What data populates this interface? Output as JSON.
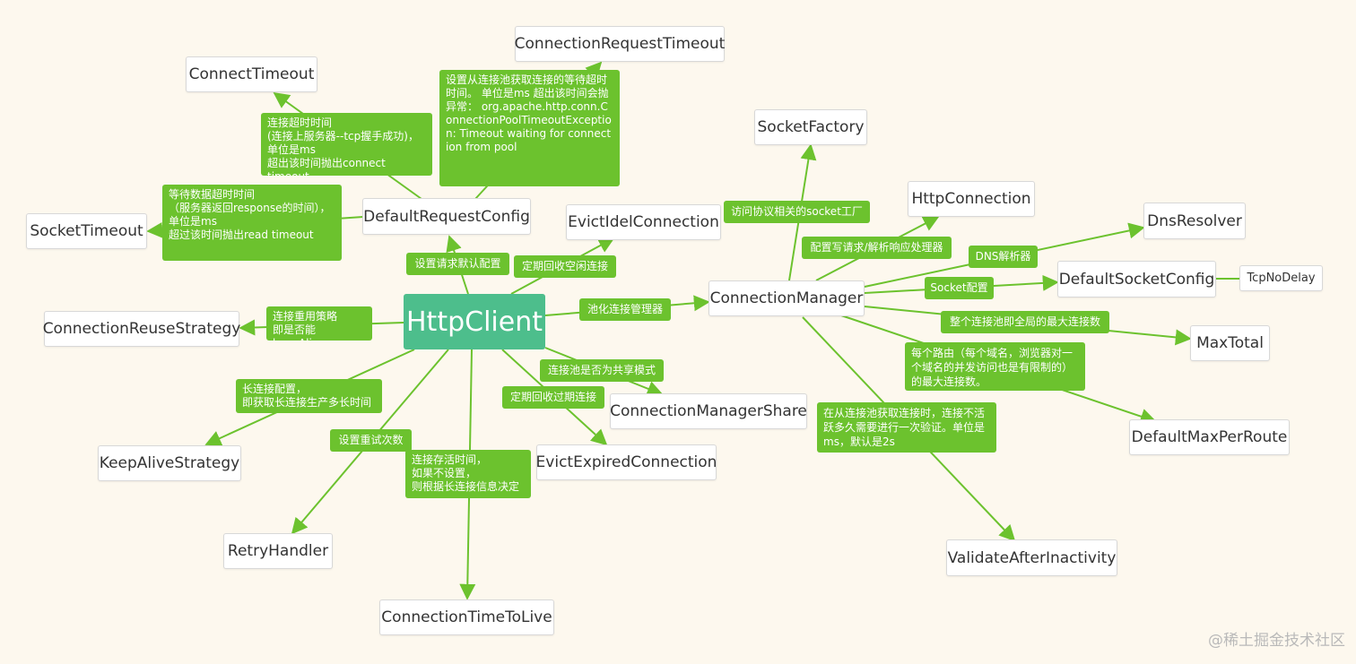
{
  "colors": {
    "background": "#fdf8ee",
    "root": "#4dbe8c",
    "label": "#6cc22e",
    "edge": "#6cc22e"
  },
  "root": {
    "text": "HttpClient"
  },
  "nodes": {
    "connect_timeout": "ConnectTimeout",
    "connection_request_timeout": "ConnectionRequestTimeout",
    "socket_timeout": "SocketTimeout",
    "default_request_config": "DefaultRequestConfig",
    "evict_idel_connection": "EvictIdelConnection",
    "socket_factory": "SocketFactory",
    "http_connection": "HttpConnection",
    "dns_resolver": "DnsResolver",
    "default_socket_config": "DefaultSocketConfig",
    "tcp_no_delay": "TcpNoDelay",
    "connection_manager": "ConnectionManager",
    "connection_reuse_strategy": "ConnectionReuseStrategy",
    "max_total": "MaxTotal",
    "connection_manager_share": "ConnectionManagerShare",
    "default_max_per_route": "DefaultMaxPerRoute",
    "keep_alive_strategy": "KeepAliveStrategy",
    "evict_expired_connection": "EvictExpiredConnection",
    "retry_handler": "RetryHandler",
    "validate_after_inactivity": "ValidateAfterInactivity",
    "connection_time_to_live": "ConnectionTimeToLive"
  },
  "labels": {
    "connect_timeout": "连接超时时间\n(连接上服务器--tcp握手成功)，\n单位是ms\n超出该时间抛出connect timeout",
    "connection_request_timeout": "设置从连接池获取连接的等待超时时间。\n单位是ms\n超出该时间会抛异常：\norg.apache.http.conn.ConnectionPoolTimeoutException: Timeout waiting for connection from pool",
    "socket_timeout": "等待数据超时时间\n（服务器返回response的时间），\n单位是ms\n超过该时间抛出read timeout",
    "default_request_config": "设置请求默认配置",
    "evict_idel_connection": "定期回收空闲连接",
    "socket_factory": "访问协议相关的socket工厂",
    "http_connection": "配置写请求/解析响应处理器",
    "dns_resolver": "DNS解析器",
    "default_socket_config": "Socket配置",
    "connection_manager": "池化连接管理器",
    "connection_reuse_strategy": "连接重用策略\n即是否能keepAlive",
    "max_total": "整个连接池即全局的最大连接数",
    "default_max_per_route": "每个路由（每个域名，浏览器对一个域名的并发访问也是有限制的）的最大连接数。",
    "connection_manager_share": "连接池是否为共享模式",
    "evict_expired_connection": "定期回收过期连接",
    "keep_alive_strategy": "长连接配置，\n即获取长连接生产多长时间",
    "retry_handler": "设置重试次数",
    "connection_time_to_live": "连接存活时间，\n如果不设置，\n则根据长连接信息决定",
    "validate_after_inactivity": "在从连接池获取连接时，连接不活跃多久需要进行一次验证。单位是ms，默认是2s"
  },
  "watermark": "@稀土掘金技术社区"
}
